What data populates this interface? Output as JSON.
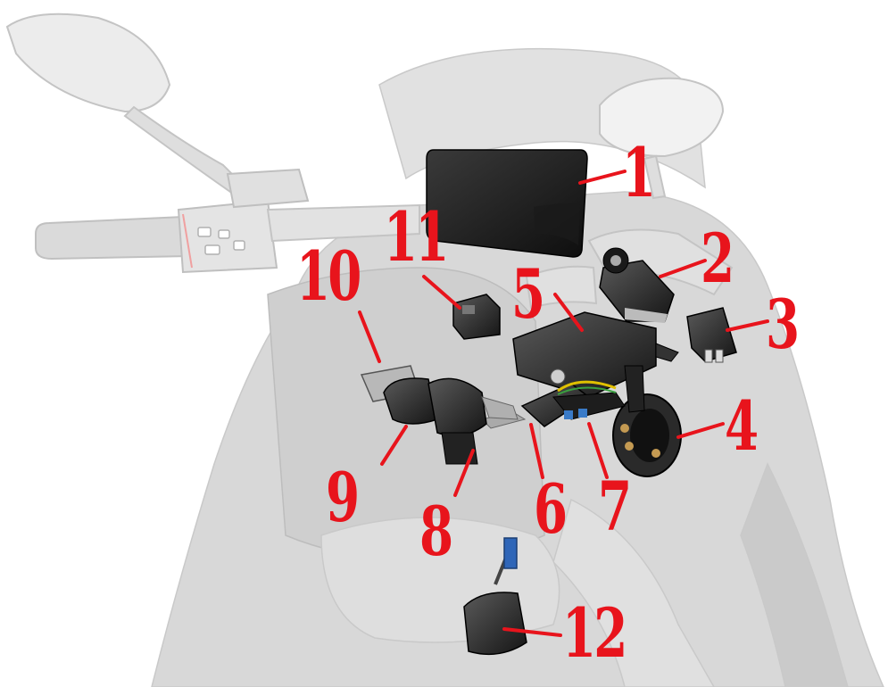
{
  "diagram": {
    "label_color": "#e8141c",
    "background_color": "#ffffff",
    "callouts": [
      {
        "id": "1",
        "label": "1"
      },
      {
        "id": "2",
        "label": "2"
      },
      {
        "id": "3",
        "label": "3"
      },
      {
        "id": "4",
        "label": "4"
      },
      {
        "id": "5",
        "label": "5"
      },
      {
        "id": "6",
        "label": "6"
      },
      {
        "id": "7",
        "label": "7"
      },
      {
        "id": "8",
        "label": "8"
      },
      {
        "id": "9",
        "label": "9"
      },
      {
        "id": "10",
        "label": "10"
      },
      {
        "id": "11",
        "label": "11"
      },
      {
        "id": "12",
        "label": "12"
      }
    ]
  }
}
